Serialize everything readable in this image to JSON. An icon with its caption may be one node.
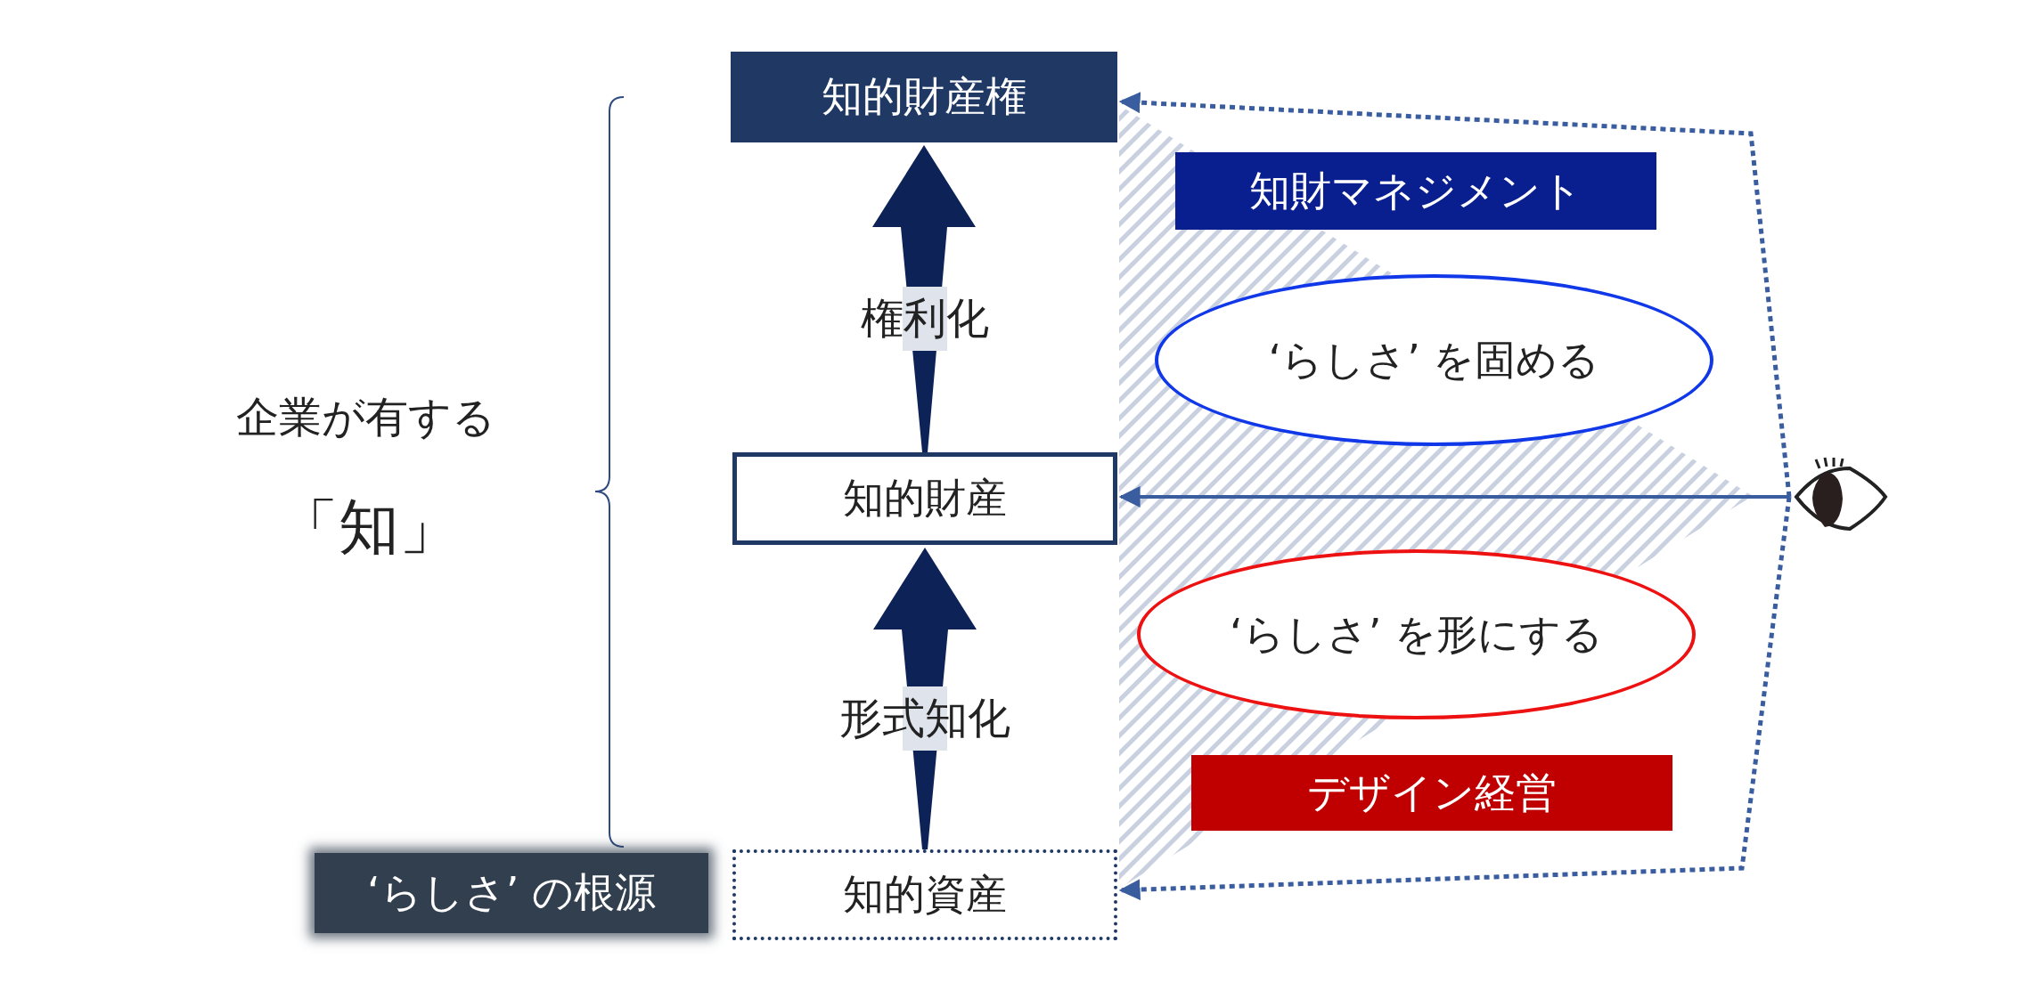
{
  "diagram": {
    "nodes": [
      {
        "text": [
          "知的財産権"
        ]
      },
      {
        "text": [
          "知財マネジメント"
        ]
      },
      {
        "text": [
          "‘らしさ’ を固める"
        ]
      },
      {
        "text": [
          "知的財産"
        ]
      },
      {
        "text": [],
        "shape": "eye"
      },
      {
        "text": [
          "‘らしさ’ を形にする"
        ]
      },
      {
        "text": [
          "デザイン経営"
        ]
      },
      {
        "text": [
          "‘らしさ’ の根源"
        ]
      },
      {
        "text": [
          "知的資産"
        ]
      }
    ],
    "edges": [
      {
        "from": 3,
        "to": 0,
        "arrow": "to",
        "label": "権利化",
        "style": "thick"
      },
      {
        "from": 8,
        "to": 3,
        "arrow": "to",
        "label": "形式知化",
        "style": "thick"
      },
      {
        "from": 4,
        "to": 3,
        "arrow": "to"
      },
      {
        "from": 4,
        "to": 0,
        "arrow": "to",
        "style": "dashed"
      },
      {
        "from": 4,
        "to": 8,
        "arrow": "to",
        "style": "dashed"
      }
    ],
    "labels": [
      "企業が有する",
      "「知」"
    ]
  }
}
